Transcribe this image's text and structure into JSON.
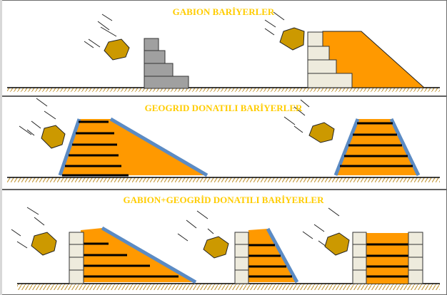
{
  "titles": {
    "gabion": "GABION BARİYERLER",
    "geogrid": "GEOGRID DONATILI BARİYERLER",
    "combined": "GABION+GEOGRİD DONATILI BARİYERLER"
  },
  "colors": {
    "title": "#FFCC00",
    "fill": "#FF9900",
    "rock": "#CC9900",
    "gabion_grey": "#A0A0A0",
    "gabion_beige": "#EEEBDD",
    "geogrid_face": "#5B8BC4",
    "reinforcement": "#000000",
    "ground_hatch": "#D4A94A",
    "panel_border": "#000000"
  },
  "icons": [
    "rock-icon",
    "motion-line-icon",
    "gabion-block-icon",
    "ground-hatch-icon"
  ]
}
